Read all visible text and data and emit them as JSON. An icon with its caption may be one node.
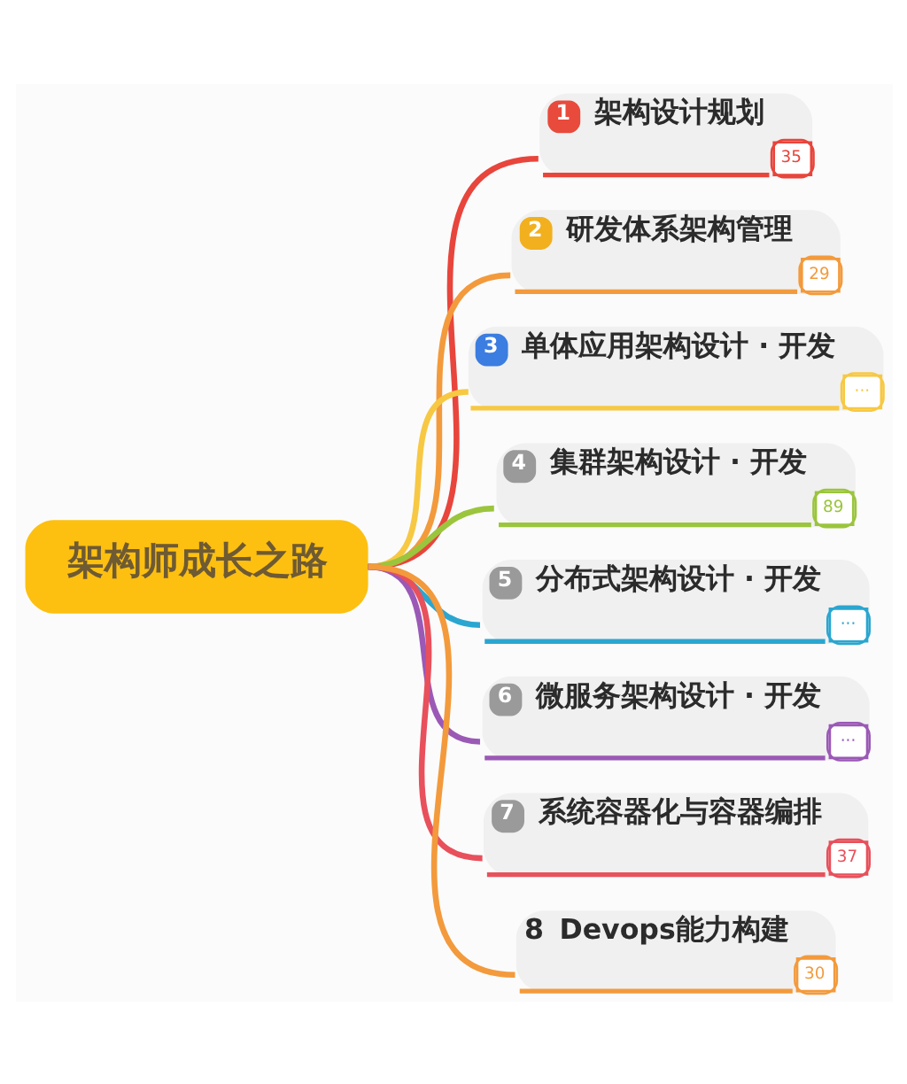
{
  "diagram": {
    "nodes": [
      {
        "text": [
          "架构师成长之路"
        ]
      },
      {
        "text": [
          "1",
          "架构设计规划",
          "35"
        ]
      },
      {
        "text": [
          "2",
          "研发体系架构管理",
          "29"
        ]
      },
      {
        "text": [
          "3",
          "单体应用架构设计 · 开发",
          "···"
        ]
      },
      {
        "text": [
          "4",
          "集群架构设计 · 开发",
          "89"
        ]
      },
      {
        "text": [
          "5",
          "分布式架构设计 · 开发",
          "···"
        ]
      },
      {
        "text": [
          "6",
          "微服务架构设计 · 开发",
          "···"
        ]
      },
      {
        "text": [
          "7",
          "系统容器化与容器编排",
          "37"
        ]
      },
      {
        "text": [
          "8",
          "Devops能力构建",
          "30"
        ]
      }
    ],
    "edges": [
      {
        "from": 0,
        "to": 1,
        "arrow": "none",
        "color": "#e8453c"
      },
      {
        "from": 0,
        "to": 2,
        "arrow": "none",
        "color": "#f39a3c"
      },
      {
        "from": 0,
        "to": 3,
        "arrow": "none",
        "color": "#f7c843"
      },
      {
        "from": 0,
        "to": 4,
        "arrow": "none",
        "color": "#9bc53d"
      },
      {
        "from": 0,
        "to": 5,
        "arrow": "none",
        "color": "#2aa6d0"
      },
      {
        "from": 0,
        "to": 6,
        "arrow": "none",
        "color": "#9b59b6"
      },
      {
        "from": 0,
        "to": 7,
        "arrow": "none",
        "color": "#e8505b"
      },
      {
        "from": 0,
        "to": 8,
        "arrow": "none",
        "color": "#f39a3c"
      }
    ]
  }
}
